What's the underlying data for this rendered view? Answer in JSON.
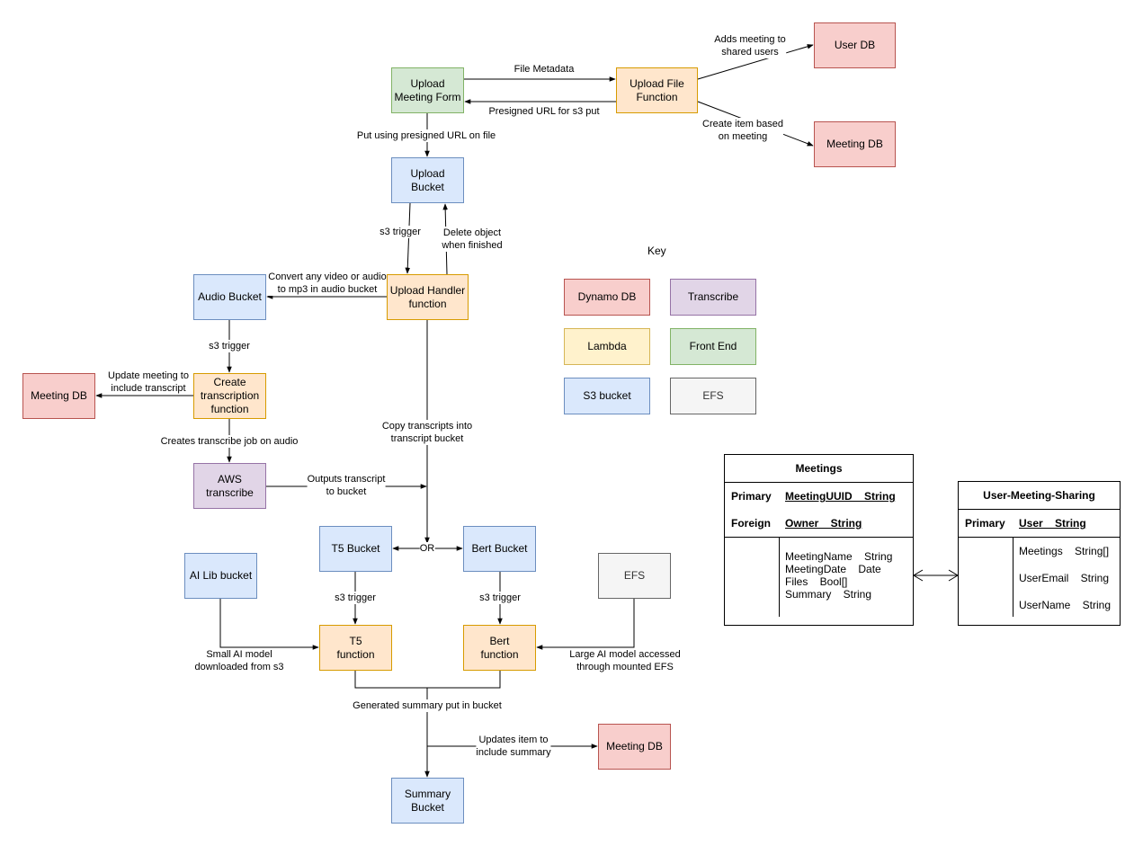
{
  "nodes": {
    "upload_form": "Upload\nMeeting Form",
    "upload_file_fn": "Upload File\nFunction",
    "user_db": "User DB",
    "meeting_db_top": "Meeting DB",
    "upload_bucket": "Upload\nBucket",
    "upload_handler": "Upload Handler\nfunction",
    "audio_bucket": "Audio Bucket",
    "create_transcription": "Create\ntranscription\nfunction",
    "meeting_db_left": "Meeting DB",
    "aws_transcribe": "AWS\ntranscribe",
    "t5_bucket": "T5 Bucket",
    "bert_bucket": "Bert Bucket",
    "ai_lib_bucket": "AI Lib bucket",
    "efs": "EFS",
    "t5_function": "T5\nfunction",
    "bert_function": "Bert\nfunction",
    "meeting_db_bottom": "Meeting DB",
    "summary_bucket": "Summary\nBucket"
  },
  "edge_labels": {
    "file_metadata": "File Metadata",
    "presigned_url": "Presigned URL for s3 put",
    "adds_meeting": "Adds meeting to\nshared users",
    "create_item": "Create item based\non meeting",
    "put_presigned": "Put using presigned URL on file",
    "s3_trigger_upload": "s3 trigger",
    "delete_object": "Delete object\nwhen finished",
    "convert_audio": "Convert any video or audio\nto mp3 in audio bucket",
    "s3_trigger_audio": "s3 trigger",
    "update_meeting": "Update meeting to\ninclude transcript",
    "creates_job": "Creates transcribe job on audio",
    "copy_transcripts": "Copy transcripts into\ntranscript bucket",
    "outputs_transcript": "Outputs transcript\nto bucket",
    "or": "OR",
    "s3_trigger_t5": "s3 trigger",
    "s3_trigger_bert": "s3 trigger",
    "small_model": "Small AI model\ndownloaded from s3",
    "large_model": "Large AI model accessed\nthrough mounted EFS",
    "generated_summary": "Generated summary put in bucket",
    "updates_item": "Updates item to\ninclude summary"
  },
  "key": {
    "title": "Key",
    "items": [
      "Dynamo DB",
      "Transcribe",
      "Lambda",
      "Front End",
      "S3 bucket",
      "EFS"
    ]
  },
  "tables": {
    "meetings": {
      "title": "Meetings",
      "primary_label": "Primary",
      "primary_value": "MeetingUUID    String",
      "foreign_label": "Foreign",
      "foreign_value": "Owner    String",
      "fields": [
        "MeetingName    String",
        "MeetingDate    Date",
        "Files    Bool[]",
        "Summary    String"
      ]
    },
    "sharing": {
      "title": "User-Meeting-Sharing",
      "primary_label": "Primary",
      "primary_value": "User    String",
      "fields": [
        "Meetings    String[]",
        "UserEmail    String",
        "UserName    String"
      ]
    }
  },
  "colors": {
    "dynamo": "#f8cecc",
    "transcribe": "#e1d5e7",
    "lambda": "#fff2cc",
    "front_end": "#d5e8d4",
    "s3": "#dae8fc",
    "efs": "#f5f5f5"
  }
}
